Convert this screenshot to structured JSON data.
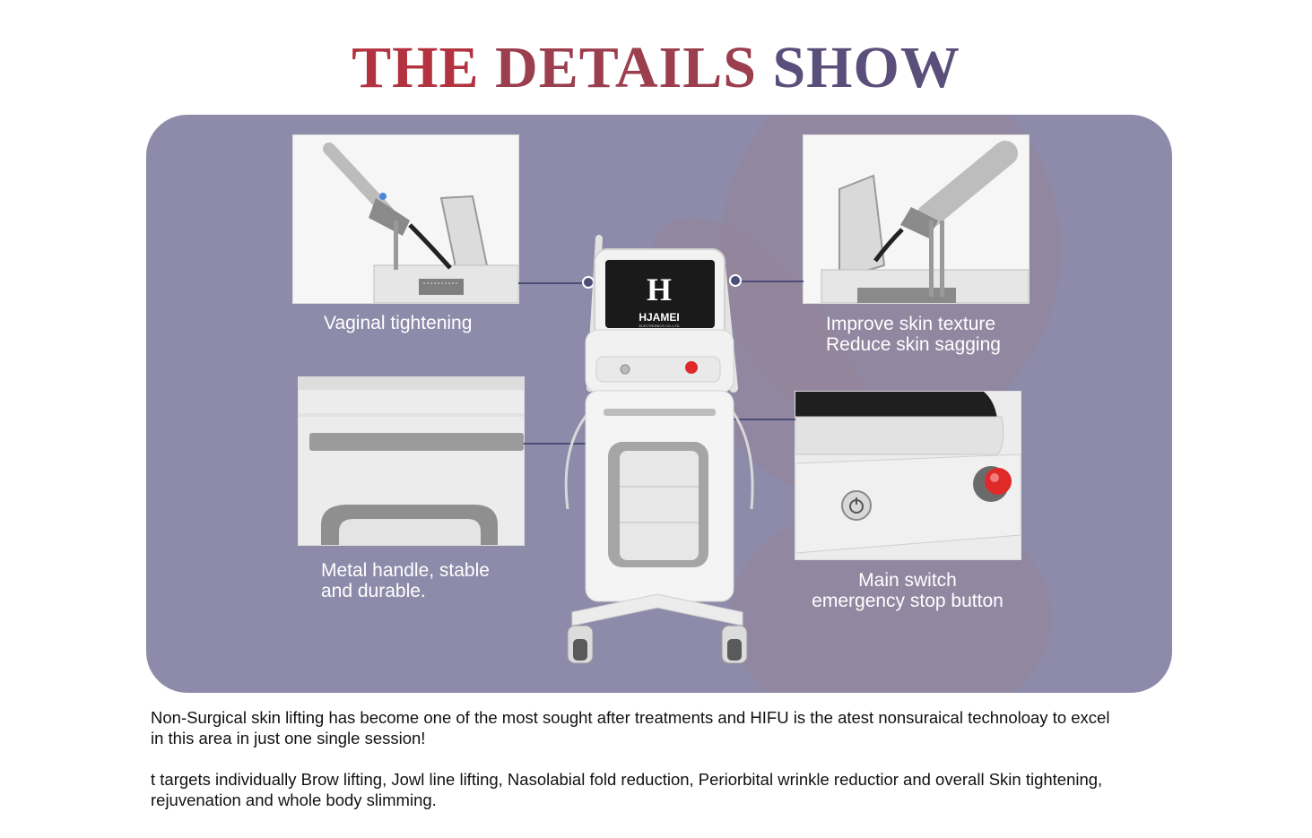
{
  "header": {
    "title_words": [
      "THE",
      "DETAILS",
      "SHOW"
    ],
    "title_colors": [
      "#b2333f",
      "#9b3e4e",
      "#5a4f7a"
    ]
  },
  "panel": {
    "background": "#8d8ba9",
    "accent_line": "#4d4d79"
  },
  "features": [
    {
      "lines": [
        "Vaginal tightening"
      ]
    },
    {
      "lines": [
        "Improve skin texture",
        "Reduce skin sagging"
      ]
    },
    {
      "lines": [
        "Metal handle, stable",
        "and durable."
      ]
    },
    {
      "lines": [
        "Main switch",
        "emergency stop button"
      ]
    }
  ],
  "device": {
    "brand": "HJAMEI",
    "brand_sub": "ELECTRONICS CO.,LTD",
    "logo_letter": "H",
    "screen_icon": "h-logo-icon",
    "power_icon": "power-icon",
    "stop_icon": "emergency-stop-icon"
  },
  "description": {
    "paragraphs": [
      [
        "Non-Surgical skin lifting has become one of the most sought after treatments and HIFU is the atest nonsuraical technoloay to excel",
        "in this area in just one single session!"
      ],
      [
        "t targets individually Brow lifting, Jowl line lifting, Nasolabial fold reduction, Periorbital wrinkle reductior and overall Skin tightening,",
        "rejuvenation and whole body slimming."
      ]
    ]
  }
}
